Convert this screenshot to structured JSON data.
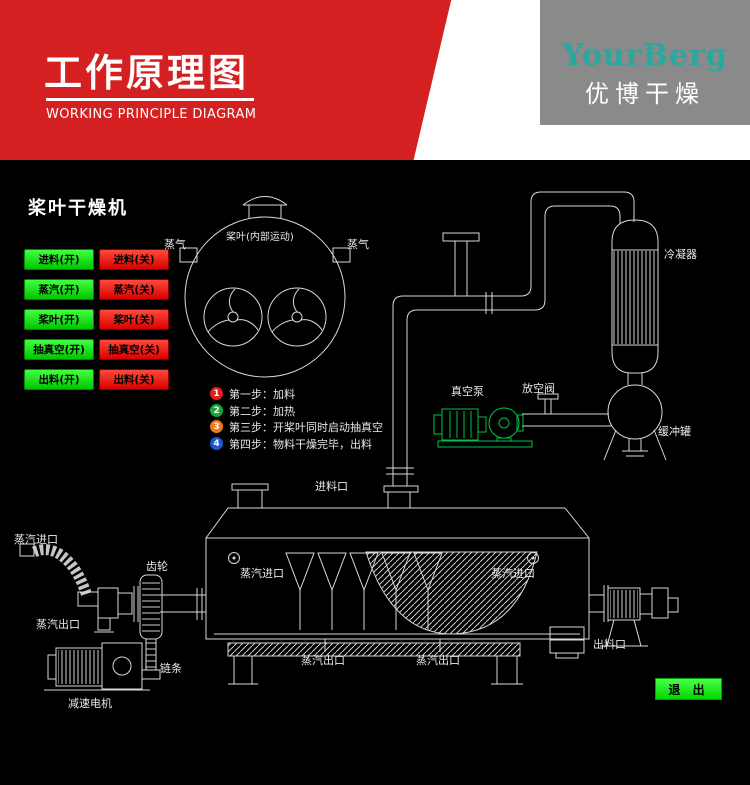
{
  "header": {
    "title": "工作原理图",
    "subtitle": "WORKING PRINCIPLE DIAGRAM",
    "brand_logo": "YourBerg",
    "brand_name": "优博干燥",
    "colors": {
      "banner_red": "#d42020",
      "brand_gray": "#8a8a8a",
      "logo_teal": "#2aa79e"
    }
  },
  "panel": {
    "title": "桨叶干燥机",
    "buttons": [
      {
        "label": "进料(开)",
        "state": "on"
      },
      {
        "label": "进料(关)",
        "state": "off"
      },
      {
        "label": "蒸汽(开)",
        "state": "on"
      },
      {
        "label": "蒸汽(关)",
        "state": "off"
      },
      {
        "label": "桨叶(开)",
        "state": "on"
      },
      {
        "label": "桨叶(关)",
        "state": "off"
      },
      {
        "label": "抽真空(开)",
        "state": "on"
      },
      {
        "label": "抽真空(关)",
        "state": "off"
      },
      {
        "label": "出料(开)",
        "state": "on"
      },
      {
        "label": "出料(关)",
        "state": "off"
      }
    ],
    "exit_label": "退 出",
    "colors": {
      "button_on_green": "#00c400",
      "button_off_red": "#d80000",
      "exit_green": "#00d800"
    }
  },
  "steps": [
    {
      "num": "1",
      "text": "第一步：加料",
      "color": "#e02020"
    },
    {
      "num": "2",
      "text": "第二步：加热",
      "color": "#18a838"
    },
    {
      "num": "3",
      "text": "第三步：开桨叶同时启动抽真空",
      "color": "#f07818"
    },
    {
      "num": "4",
      "text": "第四步：物料干燥完毕，出料",
      "color": "#1858d0"
    }
  ],
  "diagram_labels": {
    "vessel_inner": "桨叶(内部运动)",
    "steam_left": "蒸气",
    "steam_right": "蒸气",
    "condenser": "冷凝器",
    "buffer_tank": "缓冲罐",
    "vacuum_pump": "真空泵",
    "vent_valve": "放空阀",
    "feed_port": "进料口",
    "steam_in_hose": "蒸汽进口",
    "steam_out_left": "蒸汽出口",
    "gear": "齿轮",
    "chain": "链条",
    "gear_motor": "减速电机",
    "steam_in_body_left": "蒸汽进口",
    "steam_in_body_right": "蒸汽进口",
    "steam_out_bottom_left": "蒸汽出口",
    "steam_out_bottom_right": "蒸汽出口",
    "discharge_port": "出料口"
  },
  "diagram_colors": {
    "line_white": "#d9d9d9",
    "pump_green": "#00c443",
    "background": "#000000"
  }
}
